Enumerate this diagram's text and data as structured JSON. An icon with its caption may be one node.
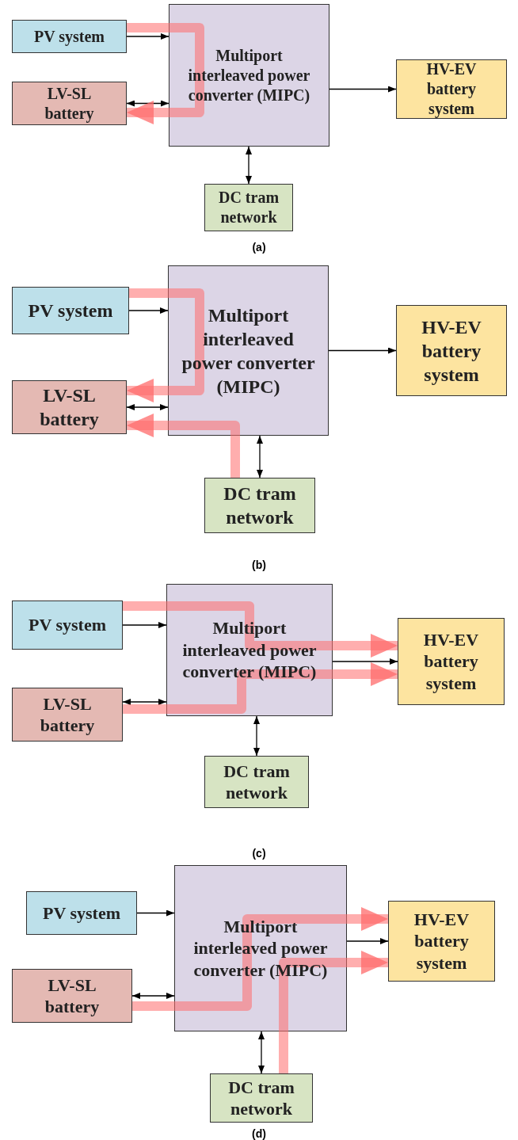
{
  "diagram": {
    "nodes": [
      {
        "text": [
          "PV system"
        ]
      },
      {
        "text": [
          "LV-SL battery"
        ]
      },
      {
        "text": [
          "Multiport interleaved power converter (MIPC)"
        ]
      },
      {
        "text": [
          "HV-EV battery system"
        ]
      },
      {
        "text": [
          "DC tram network"
        ]
      },
      {
        "text": [
          "PV system"
        ]
      },
      {
        "text": [
          "LV-SL battery"
        ]
      },
      {
        "text": [
          "Multiport interleaved power converter (MIPC)"
        ]
      },
      {
        "text": [
          "HV-EV battery system"
        ]
      },
      {
        "text": [
          "DC tram network"
        ]
      },
      {
        "text": [
          "PV system"
        ]
      },
      {
        "text": [
          "LV-SL battery"
        ]
      },
      {
        "text": [
          "Multiport interleaved power converter (MIPC)"
        ]
      },
      {
        "text": [
          "HV-EV battery system"
        ]
      },
      {
        "text": [
          "DC tram network"
        ]
      },
      {
        "text": [
          "PV system"
        ]
      },
      {
        "text": [
          "LV-SL battery"
        ]
      },
      {
        "text": [
          "Multiport interleaved power converter (MIPC)"
        ]
      },
      {
        "text": [
          "HV-EV battery system"
        ]
      },
      {
        "text": [
          "DC tram network"
        ]
      }
    ],
    "edges": [
      {
        "from": 0,
        "to": 2,
        "arrow": "to"
      },
      {
        "from": 1,
        "to": 2,
        "arrow": "both"
      },
      {
        "from": 2,
        "to": 3,
        "arrow": "to"
      },
      {
        "from": 2,
        "to": 4,
        "arrow": "both"
      },
      {
        "from": 0,
        "to": 2,
        "arrow": "none",
        "style": "thick",
        "color": "#ff6b6b"
      },
      {
        "from": 2,
        "to": 1,
        "arrow": "to",
        "style": "thick",
        "color": "#ff6b6b"
      },
      {
        "from": 5,
        "to": 7,
        "arrow": "to"
      },
      {
        "from": 6,
        "to": 7,
        "arrow": "both"
      },
      {
        "from": 7,
        "to": 8,
        "arrow": "to"
      },
      {
        "from": 7,
        "to": 9,
        "arrow": "both"
      },
      {
        "from": 5,
        "to": 7,
        "arrow": "none",
        "style": "thick",
        "color": "#ff6b6b"
      },
      {
        "from": 7,
        "to": 6,
        "arrow": "to",
        "style": "thick",
        "color": "#ff6b6b"
      },
      {
        "from": 9,
        "to": 7,
        "arrow": "none",
        "style": "thick",
        "color": "#ff6b6b"
      },
      {
        "from": 7,
        "to": 6,
        "arrow": "to",
        "style": "thick",
        "color": "#ff6b6b"
      },
      {
        "from": 10,
        "to": 12,
        "arrow": "to"
      },
      {
        "from": 11,
        "to": 12,
        "arrow": "both"
      },
      {
        "from": 12,
        "to": 13,
        "arrow": "to"
      },
      {
        "from": 12,
        "to": 14,
        "arrow": "both"
      },
      {
        "from": 10,
        "to": 12,
        "arrow": "none",
        "style": "thick",
        "color": "#ff6b6b"
      },
      {
        "from": 12,
        "to": 13,
        "arrow": "to",
        "style": "thick",
        "color": "#ff6b6b"
      },
      {
        "from": 11,
        "to": 12,
        "arrow": "none",
        "style": "thick",
        "color": "#ff6b6b"
      },
      {
        "from": 12,
        "to": 13,
        "arrow": "to",
        "style": "thick",
        "color": "#ff6b6b"
      },
      {
        "from": 15,
        "to": 17,
        "arrow": "to"
      },
      {
        "from": 16,
        "to": 17,
        "arrow": "both"
      },
      {
        "from": 17,
        "to": 18,
        "arrow": "to"
      },
      {
        "from": 17,
        "to": 19,
        "arrow": "both"
      },
      {
        "from": 16,
        "to": 17,
        "arrow": "none",
        "style": "thick",
        "color": "#ff6b6b"
      },
      {
        "from": 17,
        "to": 18,
        "arrow": "to",
        "style": "thick",
        "color": "#ff6b6b"
      },
      {
        "from": 19,
        "to": 17,
        "arrow": "none",
        "style": "thick",
        "color": "#ff6b6b"
      },
      {
        "from": 17,
        "to": 18,
        "arrow": "to",
        "style": "thick",
        "color": "#ff6b6b"
      }
    ],
    "labels": [
      "(a)",
      "(b)",
      "(c)",
      "(d)"
    ]
  }
}
